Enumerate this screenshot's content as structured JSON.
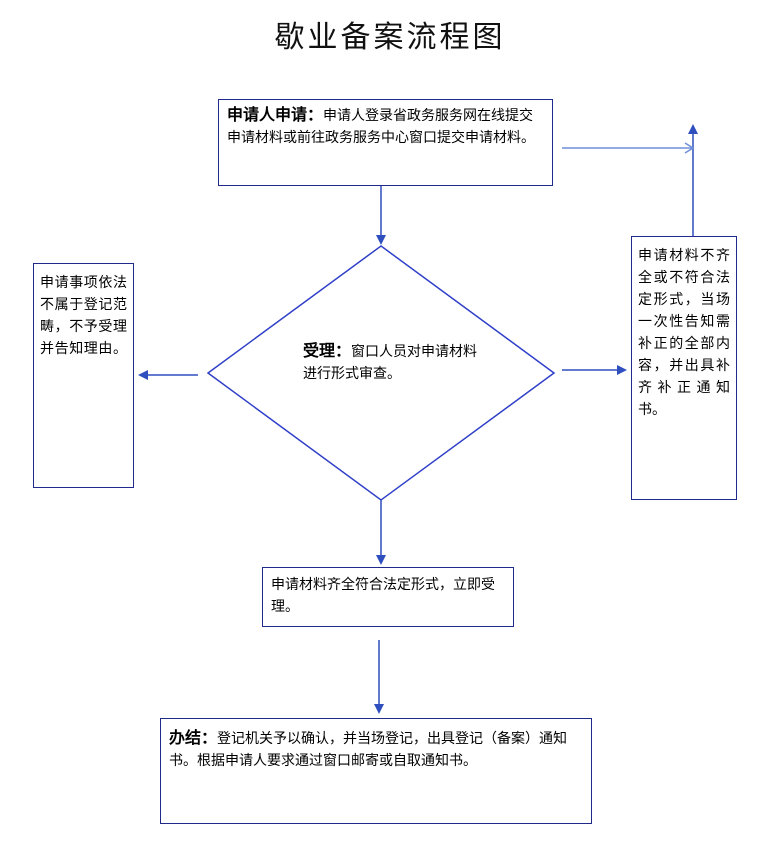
{
  "title": "歇业备案流程图",
  "apply": {
    "heading": "申请人申请：",
    "text": "申请人登录省政务服务网在线提交申请材料或前往政务服务中心窗口提交申请材料。"
  },
  "review": {
    "heading": "受理：",
    "text": "窗口人员对申请材料进行形式审查。"
  },
  "reject": {
    "text": "申请事项依法不属于登记范畴，不予受理并告知理由。"
  },
  "supplement": {
    "text": "申请材料不齐全或不符合法定形式，当场一次性告知需补正的全部内容，并出具补齐补正通知书。"
  },
  "accept": {
    "text": "申请材料齐全符合法定形式，立即受理。"
  },
  "finish": {
    "heading": "办结：",
    "text": "登记机关予以确认，并当场登记，出具登记（备案）通知书。根据申请人要求通过窗口邮寄或自取通知书。"
  },
  "colors": {
    "border": "#1f2a8c",
    "arrow": "#3a5cc8"
  }
}
